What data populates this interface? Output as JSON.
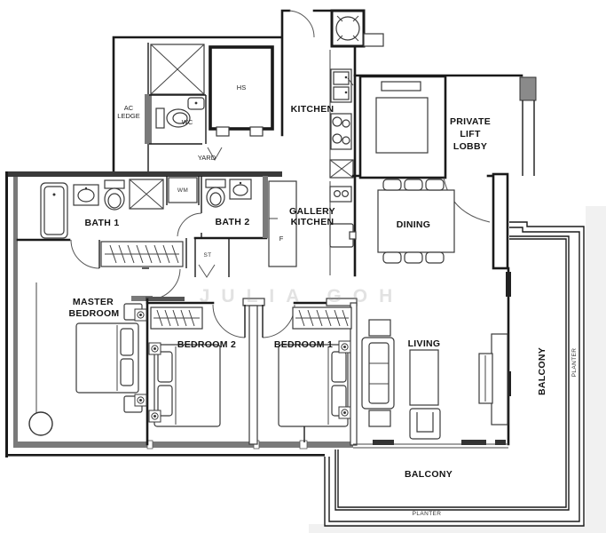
{
  "watermark": "JULIA GOH",
  "labels": {
    "ac_ledge": [
      "AC",
      "LEDGE"
    ],
    "wc": "WC",
    "hs": "HS",
    "yard": "YARD",
    "kitchen": "KITCHEN",
    "private_lift_lobby": [
      "PRIVATE",
      "LIFT",
      "LOBBY"
    ],
    "bath_1": "BATH 1",
    "bath_2": "BATH 2",
    "wm": "WM",
    "st": "ST",
    "gallery_kitchen": [
      "GALLERY",
      "KITCHEN"
    ],
    "fridge": "F",
    "dining": "DINING",
    "master_bedroom": [
      "MASTER",
      "BEDROOM"
    ],
    "bedroom_2": "BEDROOM 2",
    "bedroom_1": "BEDROOM 1",
    "living": "LIVING",
    "balcony_right": "BALCONY",
    "balcony_bottom": "BALCONY",
    "planter_right": "PLANTER",
    "planter_bottom": "PLANTER"
  },
  "colors": {
    "wall": "#1a1a1a",
    "wall_gray": "#7a7a7a",
    "background": "#ffffff",
    "watermark": "#9a9a9a"
  }
}
